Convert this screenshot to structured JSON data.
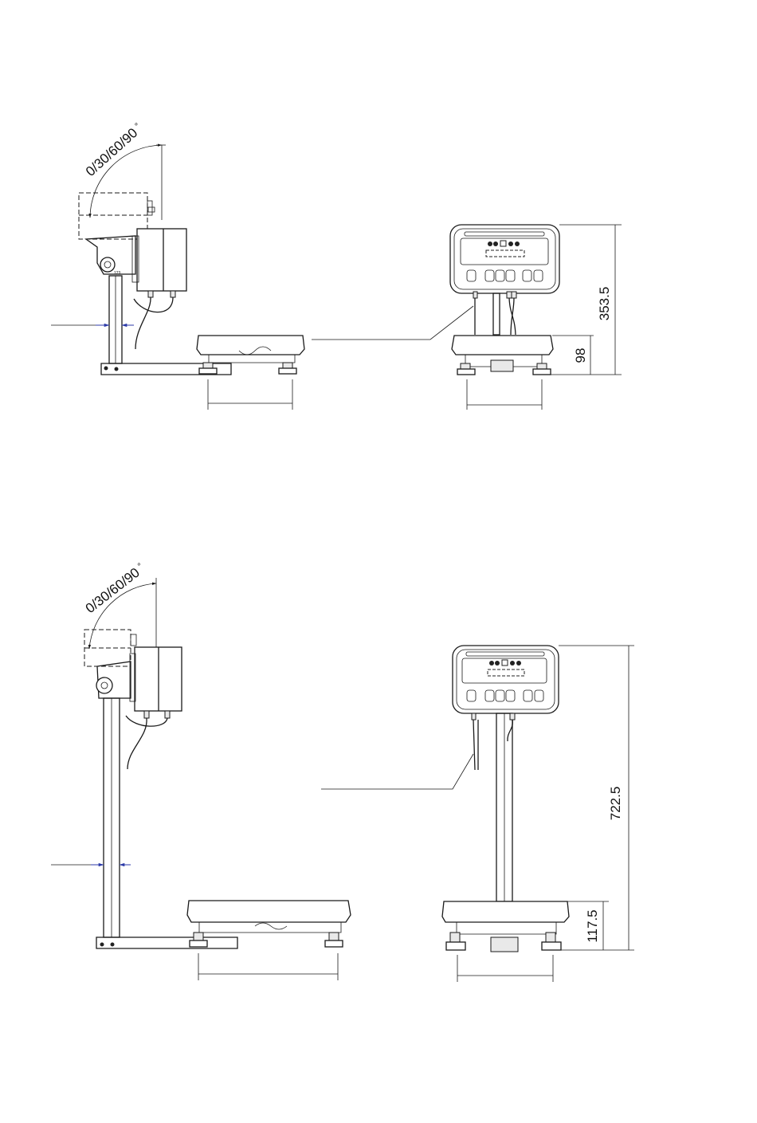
{
  "top_drawing": {
    "tilt_angle_label": "0/30/60/90",
    "degree_symbol": "°",
    "total_height": "353.5",
    "base_height": "98"
  },
  "bottom_drawing": {
    "tilt_angle_label": "0/30/60/90",
    "degree_symbol": "°",
    "total_height": "722.5",
    "base_height": "117.5"
  },
  "colors": {
    "line": "#1a1a1a",
    "callout": "#2c3aa8"
  }
}
